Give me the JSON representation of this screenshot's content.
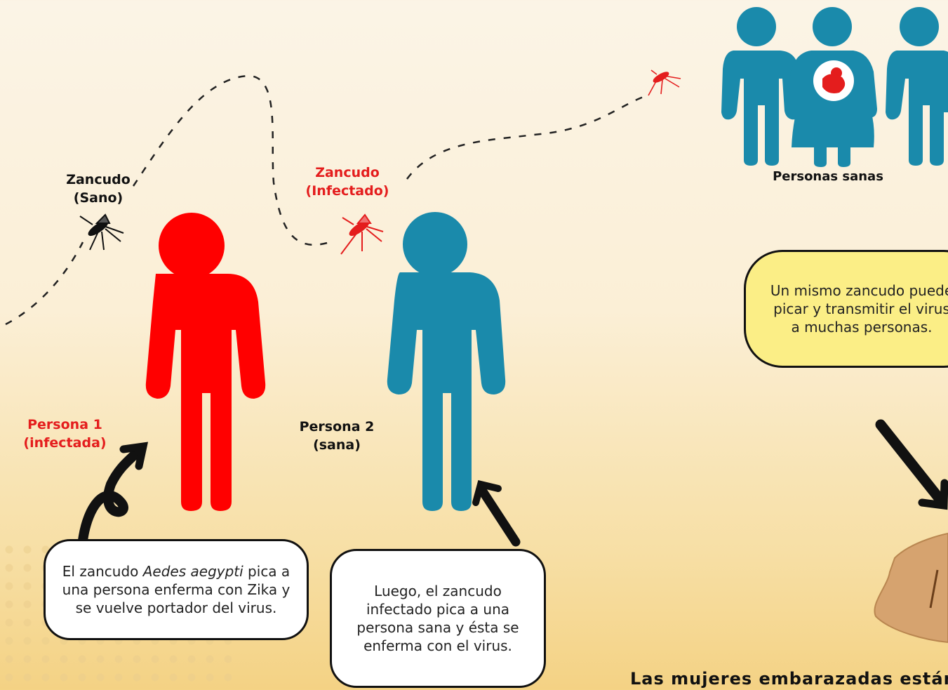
{
  "labels": {
    "mosquito_healthy": "Zancudo\n(Sano)",
    "mosquito_infected": "Zancudo\n(Infectado)",
    "person1": "Persona 1\n(infectada)",
    "person2": "Persona 2\n(sana)",
    "healthy_people": "Personas sanas"
  },
  "bubbles": {
    "bubble1_pre": "El zancudo ",
    "bubble1_species": "Aedes aegypti",
    "bubble1_post": " pica a una persona enferma con Zika y se vuelve portador del virus.",
    "bubble2": "Luego, el zancudo infectado pica a una persona sana y ésta se enferma con el virus.",
    "bubble3": "Un mismo zancudo puede picar y transmitir el virus a muchas personas."
  },
  "bottom_text": "Las mujeres embarazadas están",
  "colors": {
    "infected": "#ff0000",
    "healthy": "#1a8aab",
    "infected_text": "#e41d1d",
    "bubble_yellow": "#fbee86"
  }
}
